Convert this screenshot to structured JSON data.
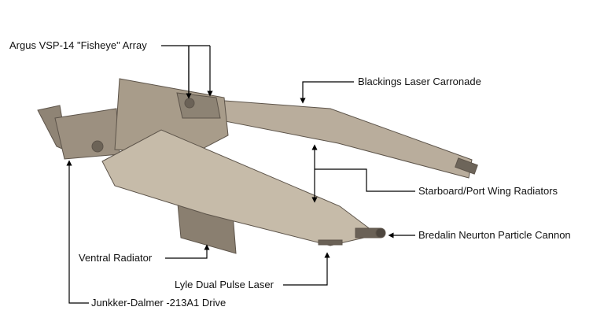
{
  "labels": {
    "array": "Argus VSP-14 \"Fisheye\" Array",
    "carronade": "Blackings Laser Carronade",
    "radiators": "Starboard/Port Wing Radiators",
    "cannon": "Bredalin Neurton Particle Cannon",
    "ventral": "Ventral Radiator",
    "laser": "Lyle Dual Pulse Laser",
    "drive": "Junkker-Dalmer -213A1 Drive"
  },
  "colors": {
    "hull": "#b3a694",
    "hull_dark": "#7d7264",
    "hull_light": "#cdc3b4",
    "line": "#000000"
  }
}
